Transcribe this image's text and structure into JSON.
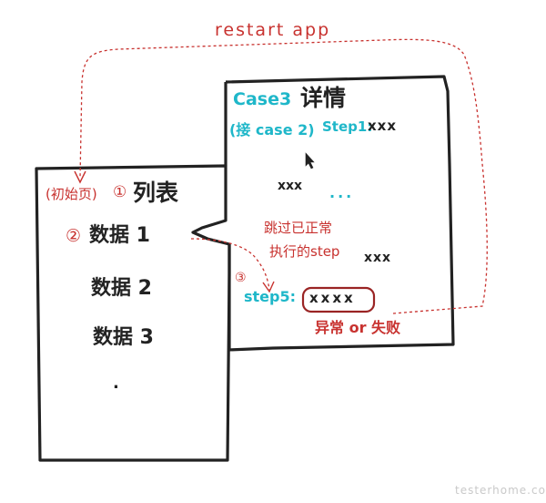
{
  "restart_label": "restart app",
  "left_page": {
    "title_prefix": "(初始页)",
    "title_num": "①",
    "title": "列表",
    "item1_num": "②",
    "item1": "数据 1",
    "item2": "数据 2",
    "item3": "数据 3",
    "more": "."
  },
  "right_page": {
    "title_case": "Case3",
    "title": "详情",
    "continue_note": "(接 case 2)",
    "step1_label": "Step1:",
    "step1_value": "xxx",
    "mid_value": "xxx",
    "ellipsis": "...",
    "skip_note_line1": "跳过已正常",
    "skip_note_line2": "执行的step",
    "step_pre_value": "xxx",
    "step5_num": "③",
    "step5_label": "step5:",
    "step5_value": "xxxx",
    "fail_note": "异常 or 失败"
  },
  "colors": {
    "ink": "#222222",
    "red": "#c8322f",
    "cyan": "#1fb7c9"
  },
  "watermark": "testerhome.com"
}
